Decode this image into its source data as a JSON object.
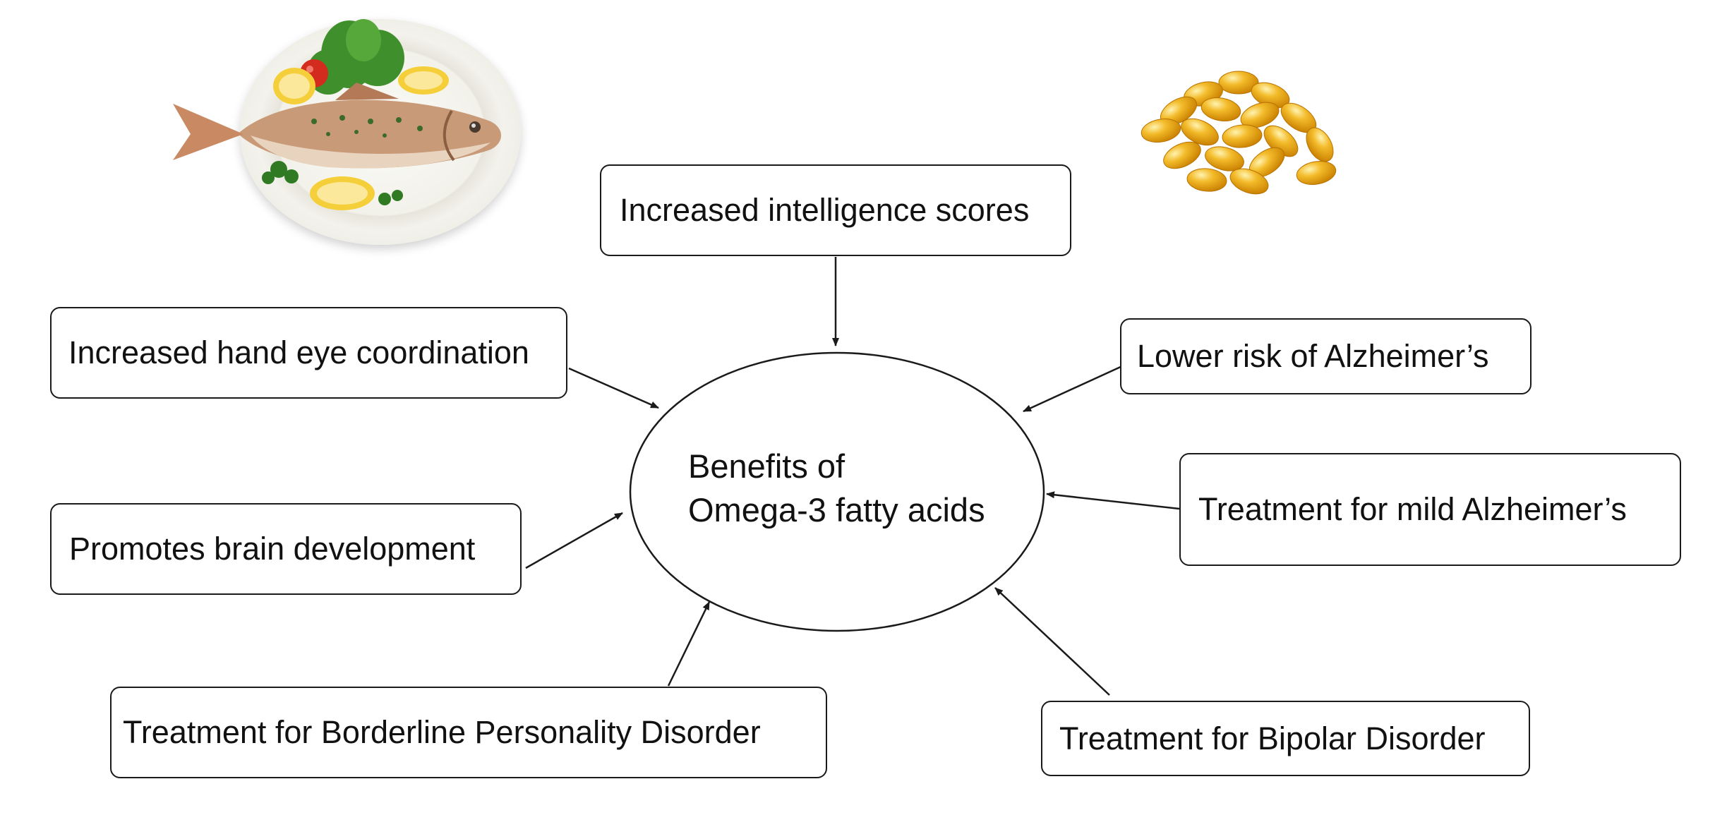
{
  "center": {
    "line1": "Benefits of",
    "line2": "Omega-3 fatty acids"
  },
  "benefits": [
    "Increased intelligence scores",
    "Increased hand eye coordination",
    "Lower risk of Alzheimer’s",
    "Treatment for mild Alzheimer’s",
    "Promotes brain development",
    "Treatment for Borderline Personality Disorder",
    "Treatment for Bipolar Disorder"
  ],
  "images": [
    {
      "icon": "fish-plate-icon"
    },
    {
      "icon": "fish-oil-capsules-icon"
    }
  ]
}
